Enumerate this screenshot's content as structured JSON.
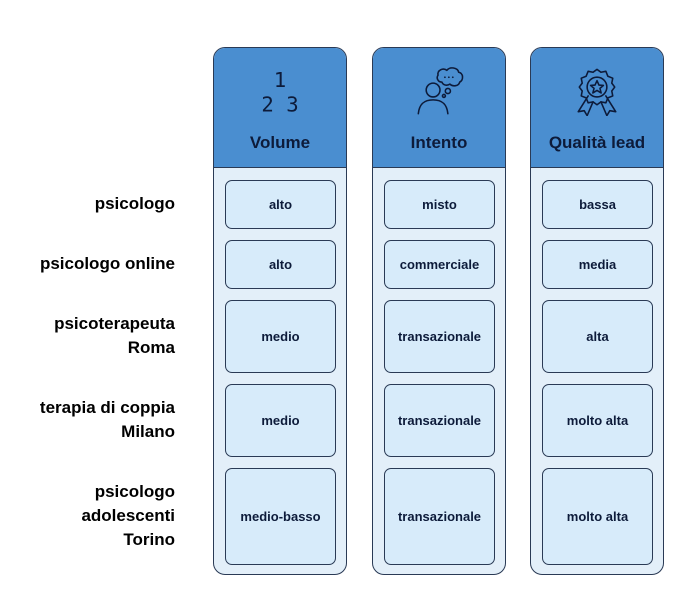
{
  "rows": [
    "psicologo",
    "psicologo online",
    "psicoterapeuta\nRoma",
    "terapia di coppia\nMilano",
    "psicologo\nadolescenti\nTorino"
  ],
  "columns": [
    {
      "title": "Volume",
      "icon": "numbers-123-icon",
      "icon_text": {
        "top": "1",
        "bottom": "2 3"
      },
      "values": [
        "alto",
        "alto",
        "medio",
        "medio",
        "medio-basso"
      ]
    },
    {
      "title": "Intento",
      "icon": "person-thought-icon",
      "values": [
        "misto",
        "commerciale",
        "transazionale",
        "transazionale",
        "transazionale"
      ]
    },
    {
      "title": "Qualità lead",
      "icon": "award-badge-icon",
      "values": [
        "bassa",
        "media",
        "alta",
        "molto alta",
        "molto alta"
      ]
    }
  ],
  "colors": {
    "header": "#4a8ed0",
    "column_bg": "#e3eff9",
    "cell_bg": "#d7ebfa",
    "border": "#2a3a55",
    "text": "#0d1b3a"
  }
}
